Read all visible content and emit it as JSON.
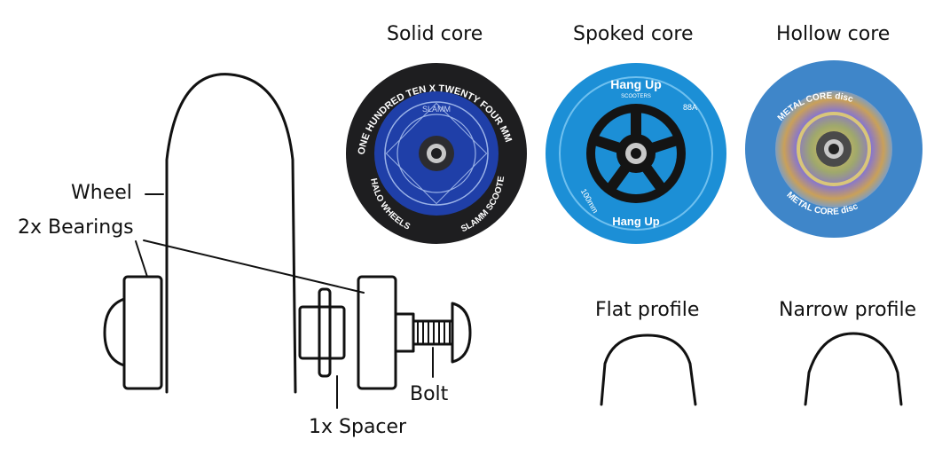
{
  "assembly": {
    "wheel_label": "Wheel",
    "bearings_label": "2x Bearings",
    "spacer_label": "1x Spacer",
    "bolt_label": "Bolt"
  },
  "cores": [
    {
      "title": "Solid core",
      "text_outer_top": "ONE HUNDRED TEN X TWENTY FOUR MM",
      "text_outer_left": "HALO WHEELS",
      "text_outer_right": "SLAMM SCOOTERS",
      "text_inner": "SLAMM",
      "color": "#1f3fa8"
    },
    {
      "title": "Spoked core",
      "brand": "Hang Up",
      "brand_sub": "SCOOTERS",
      "hardness": "88A",
      "size": "100mm",
      "color": "#1c8fd6"
    },
    {
      "title": "Hollow core",
      "text_top": "METAL CORE disc",
      "text_bottom": "METAL CORE disc",
      "color": "#3f86c9"
    }
  ],
  "profiles": [
    {
      "title": "Flat profile"
    },
    {
      "title": "Narrow profile"
    }
  ]
}
